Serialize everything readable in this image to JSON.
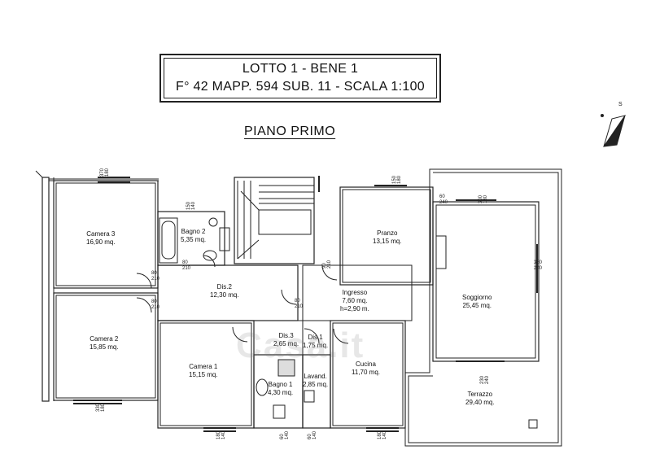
{
  "title": {
    "line1": "LOTTO 1 - BENE 1",
    "line2": "F° 42 MAPP. 594  SUB. 11 - SCALA 1:100"
  },
  "subtitle": "PIANO PRIMO",
  "compass_letter": "S",
  "rooms": {
    "camera3": {
      "name": "Camera 3",
      "area": "16,90 mq."
    },
    "bagno2": {
      "name": "Bagno 2",
      "area": "5,35 mq."
    },
    "pranzo": {
      "name": "Pranzo",
      "area": "13,15 mq."
    },
    "soggiorno": {
      "name": "Soggiorno",
      "area": "25,45 mq."
    },
    "dis2": {
      "name": "Dis.2",
      "area": "12,30 mq."
    },
    "ingresso": {
      "name": "Ingresso",
      "area": "7,60 mq.",
      "height": "h=2,90 m."
    },
    "camera2": {
      "name": "Camera 2",
      "area": "15,85 mq."
    },
    "camera1": {
      "name": "Camera 1",
      "area": "15,15 mq."
    },
    "dis3": {
      "name": "Dis.3",
      "area": "2,65 mq."
    },
    "dis1": {
      "name": "Dis.1",
      "area": "1,75 mq."
    },
    "cucina": {
      "name": "Cucina",
      "area": "11,70 mq."
    },
    "bagno1": {
      "name": "Bagno 1",
      "area": "4,30 mq."
    },
    "lavand": {
      "name": "Lavand.",
      "area": "2,85 mq."
    },
    "terrazzo": {
      "name": "Terrazzo",
      "area": "29,40 mq."
    }
  },
  "dimensions": {
    "d370_180": "370\n180",
    "d150_140a": "150\n140",
    "d80_210": "80\n210",
    "d90_210": "90\n210",
    "d150_180": "150\n180",
    "d60_240": "60\n240",
    "d300_180": "300\n180",
    "d350_240": "350\n240",
    "d230_240": "230\n240",
    "d330_180": "330\n180",
    "d180_140": "180\n140",
    "d60_140": "60\n140"
  },
  "watermark": "Casa.it"
}
